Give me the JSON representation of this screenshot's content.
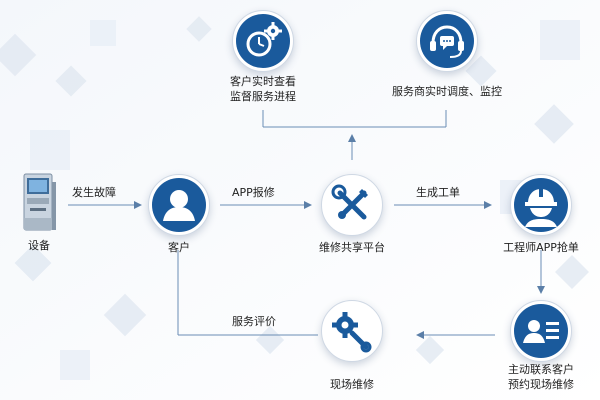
{
  "nodes": {
    "device": "设备",
    "customer": "客户",
    "platform": "维修共享平台",
    "engineer": "工程师APP抢单",
    "contact_line1": "主动联系客户",
    "contact_line2": "预约现场维修",
    "onsite": "现场维修",
    "monitor_line1": "客户实时查看",
    "monitor_line2": "监督服务进程",
    "dispatch": "服务商实时调度、监控"
  },
  "edges": {
    "fault": "发生故障",
    "app_report": "APP报修",
    "create_order": "生成工单",
    "review": "服务评价"
  },
  "colors": {
    "primary": "#1a5a9c",
    "arrow": "#5b7fa8",
    "line": "#8fb0d0"
  }
}
